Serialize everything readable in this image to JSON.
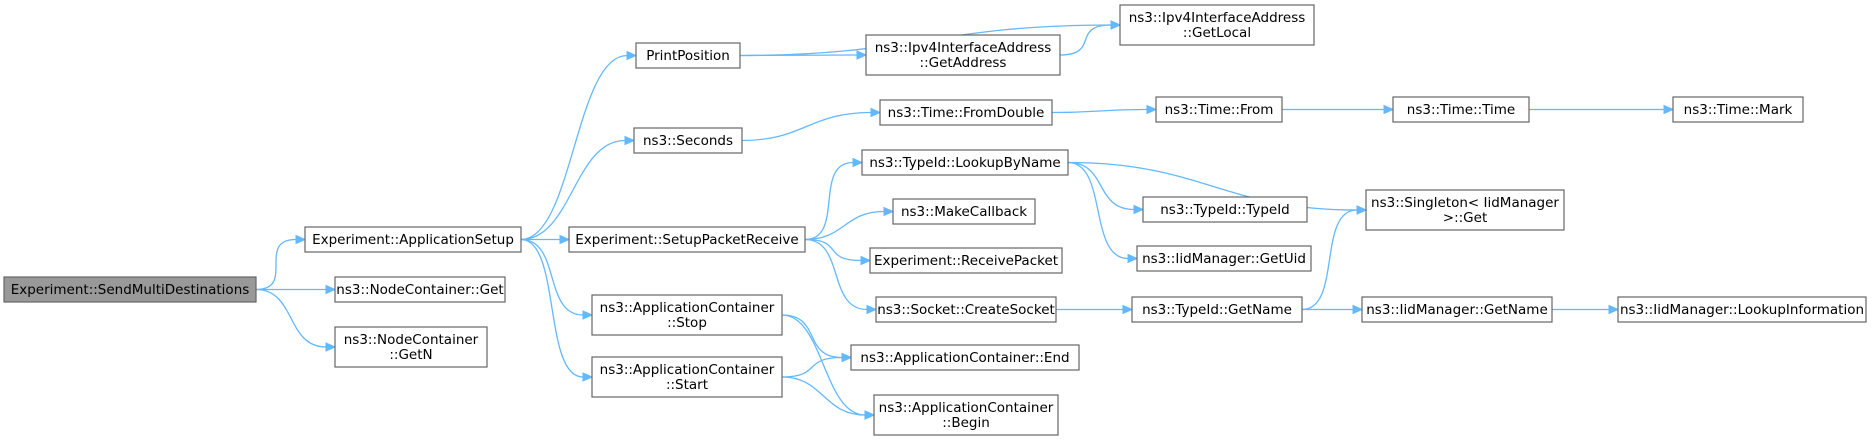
{
  "graph": {
    "nodes": [
      {
        "id": "send_multi",
        "lines": [
          "Experiment::SendMultiDestinations"
        ],
        "root": true
      },
      {
        "id": "app_setup",
        "lines": [
          "Experiment::ApplicationSetup"
        ]
      },
      {
        "id": "nc_get",
        "lines": [
          "ns3::NodeContainer::Get"
        ]
      },
      {
        "id": "nc_getn",
        "lines": [
          "ns3::NodeContainer",
          "::GetN"
        ]
      },
      {
        "id": "print_pos",
        "lines": [
          "PrintPosition"
        ]
      },
      {
        "id": "seconds",
        "lines": [
          "ns3::Seconds"
        ]
      },
      {
        "id": "setup_recv",
        "lines": [
          "Experiment::SetupPacketReceive"
        ]
      },
      {
        "id": "ac_stop",
        "lines": [
          "ns3::ApplicationContainer",
          "::Stop"
        ]
      },
      {
        "id": "ac_start",
        "lines": [
          "ns3::ApplicationContainer",
          "::Start"
        ]
      },
      {
        "id": "ipv4_getaddr",
        "lines": [
          "ns3::Ipv4InterfaceAddress",
          "::GetAddress"
        ]
      },
      {
        "id": "ipv4_getlocal",
        "lines": [
          "ns3::Ipv4InterfaceAddress",
          "::GetLocal"
        ]
      },
      {
        "id": "time_fromdouble",
        "lines": [
          "ns3::Time::FromDouble"
        ]
      },
      {
        "id": "time_from",
        "lines": [
          "ns3::Time::From"
        ]
      },
      {
        "id": "time_time",
        "lines": [
          "ns3::Time::Time"
        ]
      },
      {
        "id": "time_mark",
        "lines": [
          "ns3::Time::Mark"
        ]
      },
      {
        "id": "typeid_lookup",
        "lines": [
          "ns3::TypeId::LookupByName"
        ]
      },
      {
        "id": "make_callback",
        "lines": [
          "ns3::MakeCallback"
        ]
      },
      {
        "id": "recv_packet",
        "lines": [
          "Experiment::ReceivePacket"
        ]
      },
      {
        "id": "socket_create",
        "lines": [
          "ns3::Socket::CreateSocket"
        ]
      },
      {
        "id": "ac_end",
        "lines": [
          "ns3::ApplicationContainer::End"
        ]
      },
      {
        "id": "ac_begin",
        "lines": [
          "ns3::ApplicationContainer",
          "::Begin"
        ]
      },
      {
        "id": "typeid_typeid",
        "lines": [
          "ns3::TypeId::TypeId"
        ]
      },
      {
        "id": "iid_getuid",
        "lines": [
          "ns3::IidManager::GetUid"
        ]
      },
      {
        "id": "typeid_getname",
        "lines": [
          "ns3::TypeId::GetName"
        ]
      },
      {
        "id": "singleton_get",
        "lines": [
          "ns3::Singleton< IidManager",
          ">::Get"
        ]
      },
      {
        "id": "iid_getname",
        "lines": [
          "ns3::IidManager::GetName"
        ]
      },
      {
        "id": "iid_lookupinfo",
        "lines": [
          "ns3::IidManager::LookupInformation"
        ]
      }
    ],
    "edges": [
      {
        "from": "send_multi",
        "to": "app_setup"
      },
      {
        "from": "send_multi",
        "to": "nc_get"
      },
      {
        "from": "send_multi",
        "to": "nc_getn"
      },
      {
        "from": "app_setup",
        "to": "print_pos"
      },
      {
        "from": "app_setup",
        "to": "seconds"
      },
      {
        "from": "app_setup",
        "to": "setup_recv"
      },
      {
        "from": "app_setup",
        "to": "ac_stop"
      },
      {
        "from": "app_setup",
        "to": "ac_start"
      },
      {
        "from": "print_pos",
        "to": "ipv4_getlocal"
      },
      {
        "from": "print_pos",
        "to": "ipv4_getaddr"
      },
      {
        "from": "ipv4_getaddr",
        "to": "ipv4_getlocal"
      },
      {
        "from": "seconds",
        "to": "time_fromdouble"
      },
      {
        "from": "time_fromdouble",
        "to": "time_from"
      },
      {
        "from": "time_from",
        "to": "time_time"
      },
      {
        "from": "time_time",
        "to": "time_mark"
      },
      {
        "from": "setup_recv",
        "to": "typeid_lookup"
      },
      {
        "from": "setup_recv",
        "to": "make_callback"
      },
      {
        "from": "setup_recv",
        "to": "recv_packet"
      },
      {
        "from": "setup_recv",
        "to": "socket_create"
      },
      {
        "from": "typeid_lookup",
        "to": "singleton_get"
      },
      {
        "from": "typeid_lookup",
        "to": "typeid_typeid"
      },
      {
        "from": "typeid_lookup",
        "to": "iid_getuid"
      },
      {
        "from": "socket_create",
        "to": "typeid_getname"
      },
      {
        "from": "typeid_getname",
        "to": "singleton_get"
      },
      {
        "from": "typeid_getname",
        "to": "iid_getname"
      },
      {
        "from": "iid_getname",
        "to": "iid_lookupinfo"
      },
      {
        "from": "ac_stop",
        "to": "ac_end"
      },
      {
        "from": "ac_stop",
        "to": "ac_begin"
      },
      {
        "from": "ac_start",
        "to": "ac_end"
      },
      {
        "from": "ac_start",
        "to": "ac_begin"
      }
    ]
  }
}
